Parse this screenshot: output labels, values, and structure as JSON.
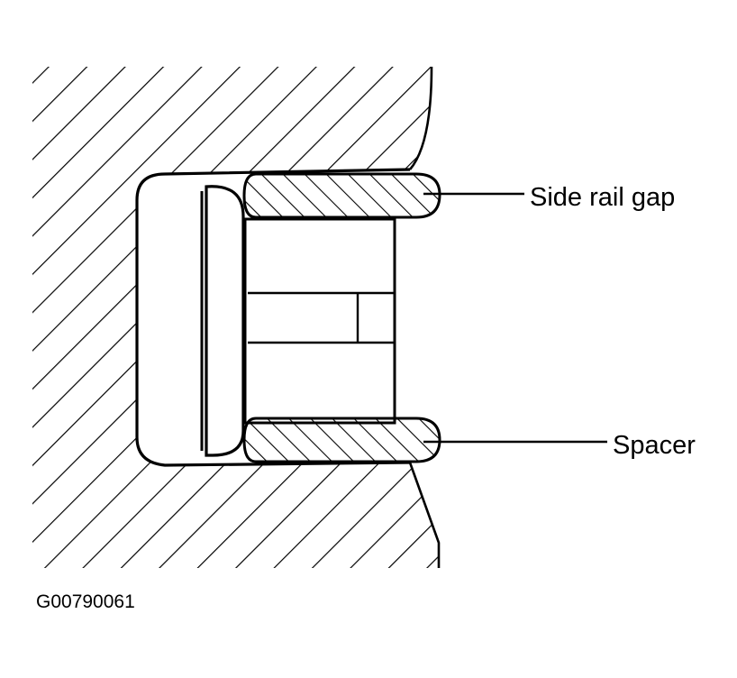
{
  "labels": {
    "side_rail_gap": "Side rail gap",
    "spacer": "Spacer",
    "figure_code": "G00790061"
  },
  "colors": {
    "ink": "#000000",
    "paper": "#ffffff"
  }
}
